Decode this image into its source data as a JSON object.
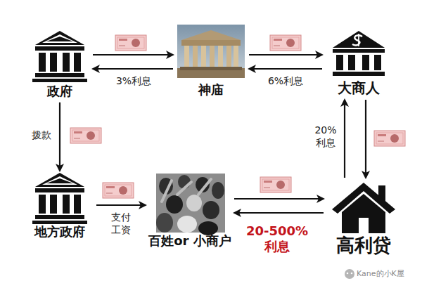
{
  "diagram": {
    "nodes": [
      {
        "text": [
          "政府"
        ]
      },
      {
        "text": [
          "神庙"
        ]
      },
      {
        "text": [
          "大商人"
        ]
      },
      {
        "text": [
          "地方政府"
        ]
      },
      {
        "text": [
          "百姓or 小商户"
        ]
      },
      {
        "text": [
          "高利贷"
        ]
      }
    ],
    "edges": [
      {
        "from": 0,
        "to": 1,
        "arrow": "to"
      },
      {
        "from": 1,
        "to": 0,
        "label": "3%利息",
        "arrow": "to"
      },
      {
        "from": 1,
        "to": 2,
        "arrow": "to"
      },
      {
        "from": 2,
        "to": 1,
        "label": "6%利息",
        "arrow": "to"
      },
      {
        "from": 0,
        "to": 3,
        "label": "拨款",
        "arrow": "to"
      },
      {
        "from": 3,
        "to": 4,
        "label": "支付 工资",
        "arrow": "to"
      },
      {
        "from": 5,
        "to": 2,
        "label": "20% 利息",
        "arrow": "to"
      },
      {
        "from": 2,
        "to": 5,
        "arrow": "to"
      },
      {
        "from": 4,
        "to": 5,
        "arrow": "to"
      },
      {
        "from": 5,
        "to": 4,
        "label": "20-500% 利息",
        "arrow": "to"
      }
    ],
    "labels": [
      "Kane的小K屋"
    ]
  }
}
